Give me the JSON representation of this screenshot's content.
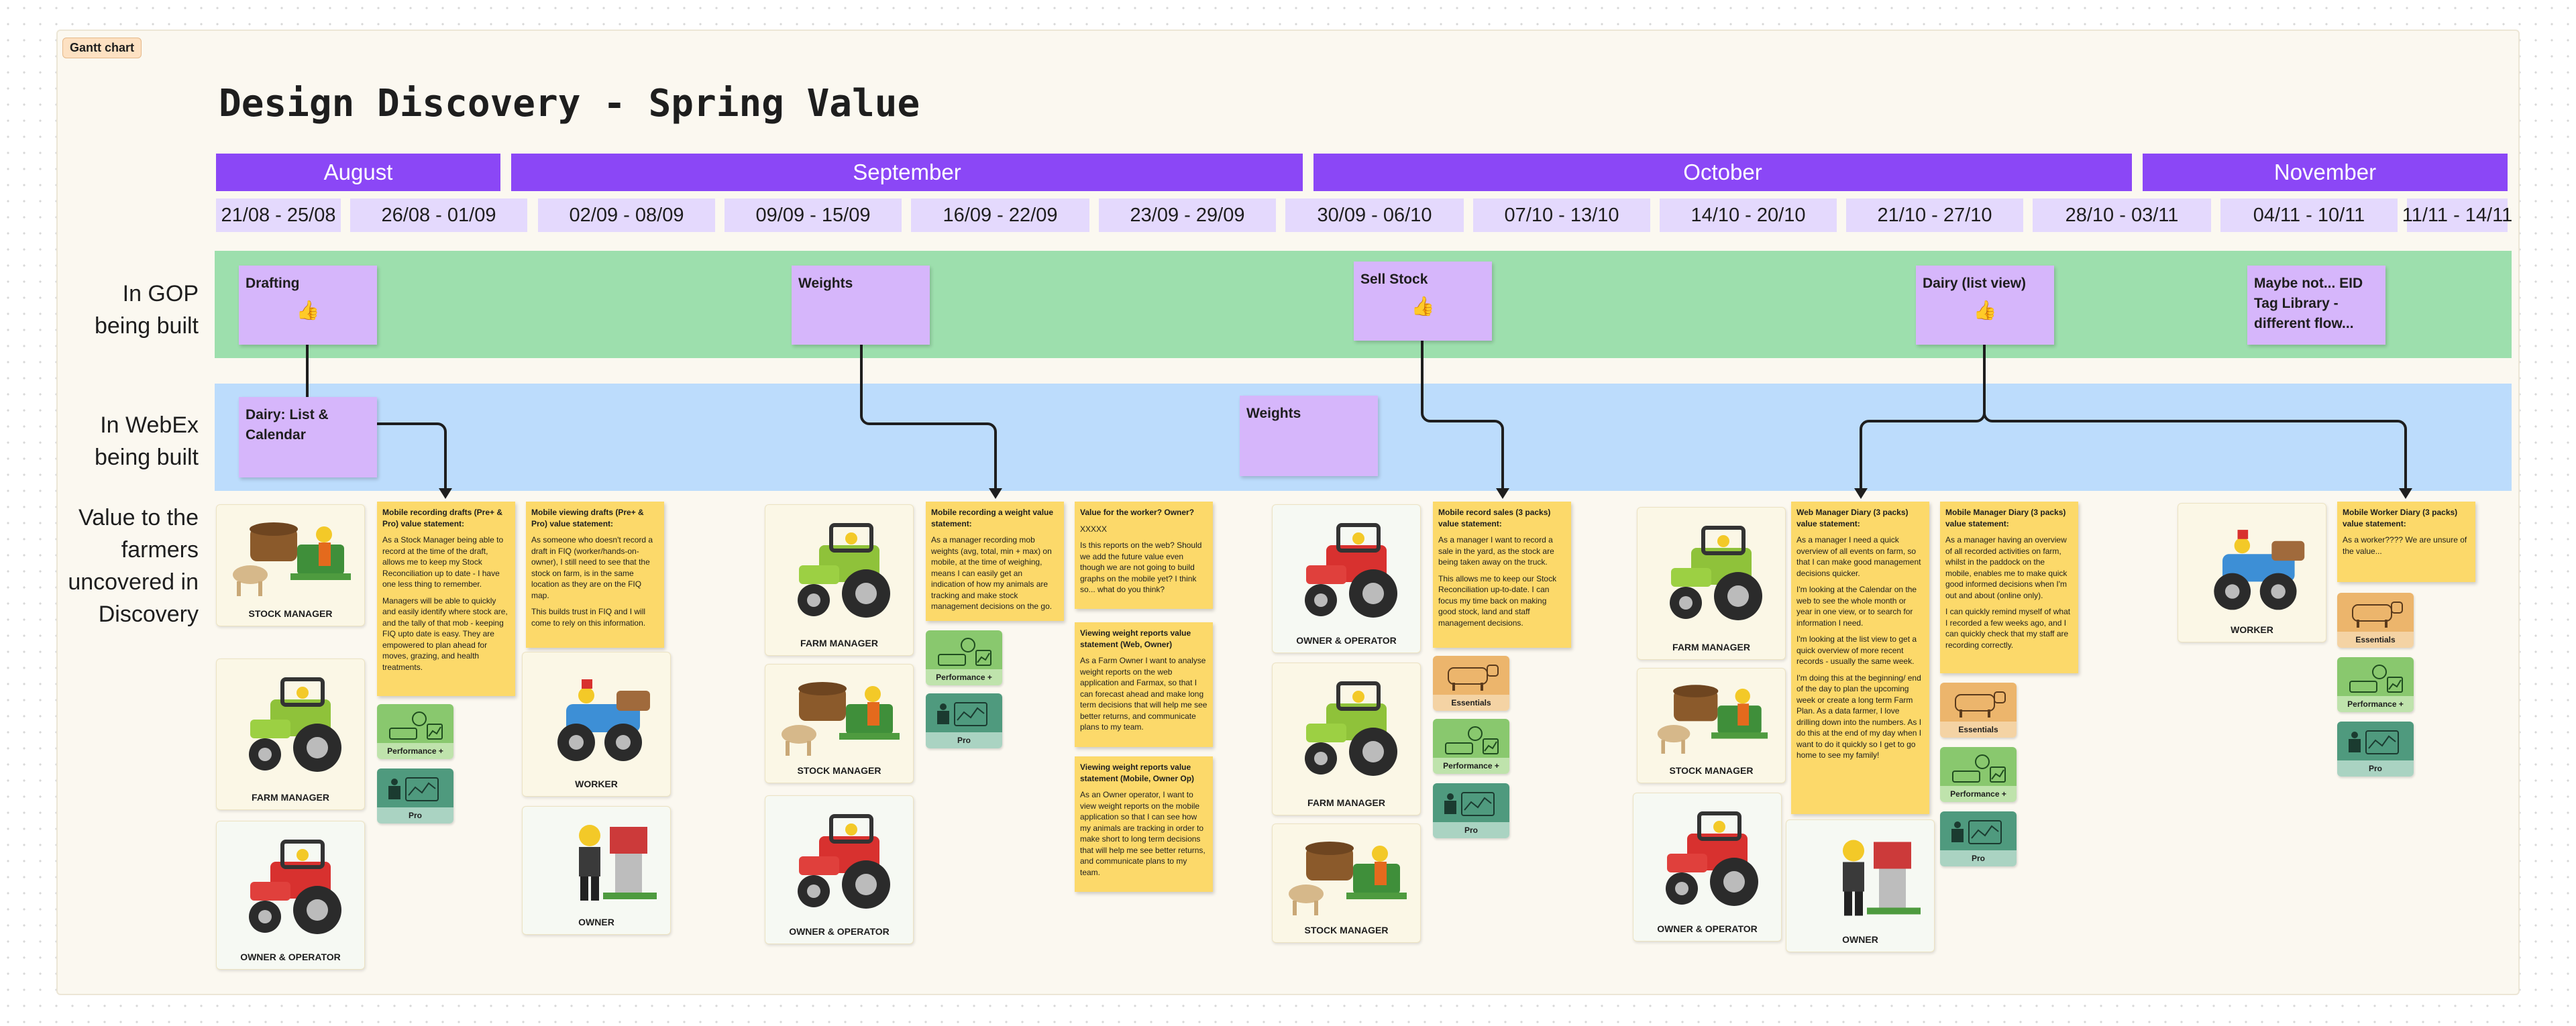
{
  "tag": "Gantt chart",
  "title": "Design Discovery - Spring Value",
  "months": [
    "August",
    "September",
    "October",
    "November"
  ],
  "weeks": [
    "21/08 - 25/08",
    "26/08 - 01/09",
    "02/09 - 08/09",
    "09/09 - 15/09",
    "16/09 - 22/09",
    "23/09 - 29/09",
    "30/09 - 06/10",
    "07/10 - 13/10",
    "14/10 - 20/10",
    "21/10 - 27/10",
    "28/10 - 03/11",
    "04/11 - 10/11",
    "11/11 - 14/11"
  ],
  "lanes": {
    "gop": "In GOP being built",
    "webex": "In WebEx being built",
    "value": "Value to the farmers uncovered in Discovery"
  },
  "gop_cards": {
    "drafting": "Drafting",
    "weights": "Weights",
    "sell_stock": "Sell Stock",
    "dairy": "Dairy (list view)",
    "maybe": "Maybe not... EID Tag Library - different flow..."
  },
  "webex_cards": {
    "dairy": "Dairy: List & Calendar",
    "weights": "Weights"
  },
  "personas": {
    "stock_manager": "STOCK MANAGER",
    "farm_manager": "FARM MANAGER",
    "owner_operator": "OWNER & OPERATOR",
    "worker": "WORKER",
    "owner": "OWNER"
  },
  "badges": {
    "essentials": "Essentials",
    "performance": "Performance +",
    "pro": "Pro"
  },
  "icons": {
    "thumb": "thumbs-up-icon",
    "cow": "cow-icon",
    "tractor": "tractor-icon",
    "scale": "scale-icon",
    "chart": "chart-icon"
  },
  "colors": {
    "month": "#8b47f6",
    "week": "#e4d9fd",
    "gop_lane": "#9ddfad",
    "webex_lane": "#bcdcfc",
    "sticky": "#fcd96a",
    "card": "#d6b6fb"
  },
  "notes": {
    "n1": {
      "title": "Mobile recording drafts (Pre+ & Pro) value statement:",
      "body": "As a Stock Manager being able to record at the time of the draft, allows me to keep my Stock Reconciliation up to date - I have one less thing to remember.",
      "body2": "Managers will be able to quickly and easily identify where stock are, and the tally of that mob - keeping FIQ upto date is easy. They are empowered to plan ahead for moves, grazing, and health treatments."
    },
    "n2": {
      "title": "Mobile viewing drafts (Pre+ & Pro) value statement:",
      "body": "As someone who doesn't record a draft in FIQ (worker/hands-on-owner), I still need to see that the stock on farm, is in the same location as they are on the FIQ map.",
      "body2": "This builds trust in FIQ and I will come to rely on this information."
    },
    "n3": {
      "title": "Mobile recording a weight value statement:",
      "body": "As a manager recording mob weights (avg, total, min + max) on mobile, at the time of weighing, means I can easily get an indication of how my animals are tracking and make stock management decisions on the go."
    },
    "n4": {
      "title": "Value for the worker? Owner?",
      "body": "XXXXX",
      "body2": "Is this reports on the web? Should we add the future value even though we are not going to build graphs on the mobile yet? I think so... what do you think?"
    },
    "n5": {
      "title": "Viewing weight reports value statement (Web, Owner)",
      "body": "As a Farm Owner I want to analyse weight reports on the web application and Farmax, so that I can forecast ahead and make long term decisions that will help me see better returns, and communicate plans to my team."
    },
    "n6": {
      "title": "Viewing weight reports value statement (Mobile, Owner Op)",
      "body": "As an Owner operator, I want to view weight reports on the mobile application so that I can see how my animals are tracking in order to make short to long term decisions that will help me see better returns, and communicate plans to my team."
    },
    "n7": {
      "title": "Mobile record sales (3 packs) value statement:",
      "body": "As a manager I want to record a sale in the yard, as the stock are being taken away on the truck.",
      "body2": "This allows me to keep our Stock Reconciliation up-to-date. I can focus my time back on making good stock, land and staff management decisions."
    },
    "n8": {
      "title": "Web Manager Diary (3 packs) value statement:",
      "body": "As a manager I need a quick overview of all events on farm, so that I can make good management decisions quicker.",
      "body2": "I'm looking at the Calendar on the web to see the whole month or year in one view, or to search for information I need.",
      "body3": "I'm looking at the list view to get a quick overview of more recent records - usually the same week.",
      "body4": "I'm doing this at the beginning/ end of the day to plan the upcoming week or create a long term Farm Plan. As a data farmer, I love drilling down into the numbers. As I do this at the end of my day when I want to do it quickly so I get to go home to see my family!"
    },
    "n9": {
      "title": "Mobile Manager Diary (3 packs) value statement:",
      "body": "As a manager having an overview of all recorded activities on farm, whilst in the paddock on the mobile, enables me to make quick good informed decisions when I'm out and about (online only).",
      "body2": "I can quickly remind myself of what I recorded a few weeks ago, and I can quickly check that my staff are recording correctly."
    },
    "n10": {
      "title": "Mobile Worker Diary (3 packs) value statement:",
      "body": "As a worker???? We are unsure of the value..."
    }
  }
}
